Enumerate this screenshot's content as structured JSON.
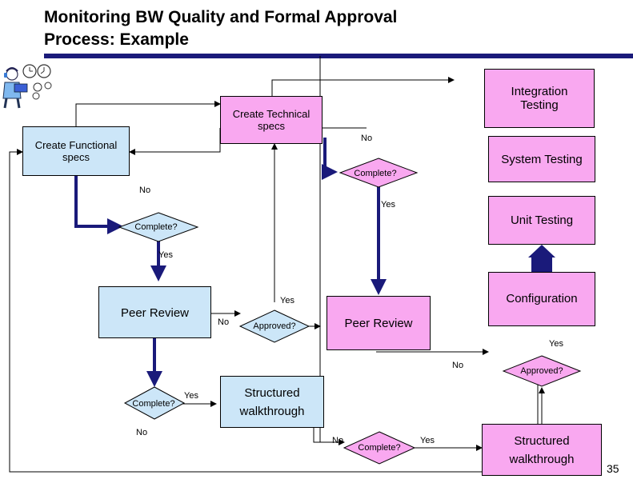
{
  "title": "Monitoring BW Quality and Formal Approval\nProcess: Example",
  "page_number": "35",
  "colors": {
    "blue_box": "#cce6f8",
    "pink_box": "#f9a8f0",
    "rule": "#1a1a7a",
    "arrow": "#1a1a7a"
  },
  "icons": [
    "person-with-clocks-icon"
  ],
  "boxes": {
    "integration_testing": "Integration\nTesting",
    "create_technical_specs": "Create Technical\nspecs",
    "create_functional_specs": "Create Functional\nspecs",
    "system_testing": "System Testing",
    "unit_testing": "Unit Testing",
    "peer_review_left": "Peer Review",
    "configuration": "Configuration",
    "peer_review_mid": "Peer Review",
    "structured_walkthrough_mid": "Structured\nwalkthrough",
    "structured_walkthrough_right": "Structured\nwalkthrough"
  },
  "decisions": {
    "complete_top": "Complete?",
    "complete_left": "Complete?",
    "approved_mid": "Approved?",
    "approved_right": "Approved?",
    "complete_bottom_left": "Complete?",
    "complete_bottom_mid": "Complete?"
  },
  "labels": {
    "no_top": "No",
    "no_left": "No",
    "yes_top": "Yes",
    "yes_left": "Yes",
    "yes_approved_mid": "Yes",
    "no_approved_mid": "No",
    "yes_right": "Yes",
    "no_right": "No",
    "yes_bottom_left": "Yes",
    "no_bottom_left": "No",
    "no_bottom_mid": "No",
    "yes_bottom_mid": "Yes"
  }
}
